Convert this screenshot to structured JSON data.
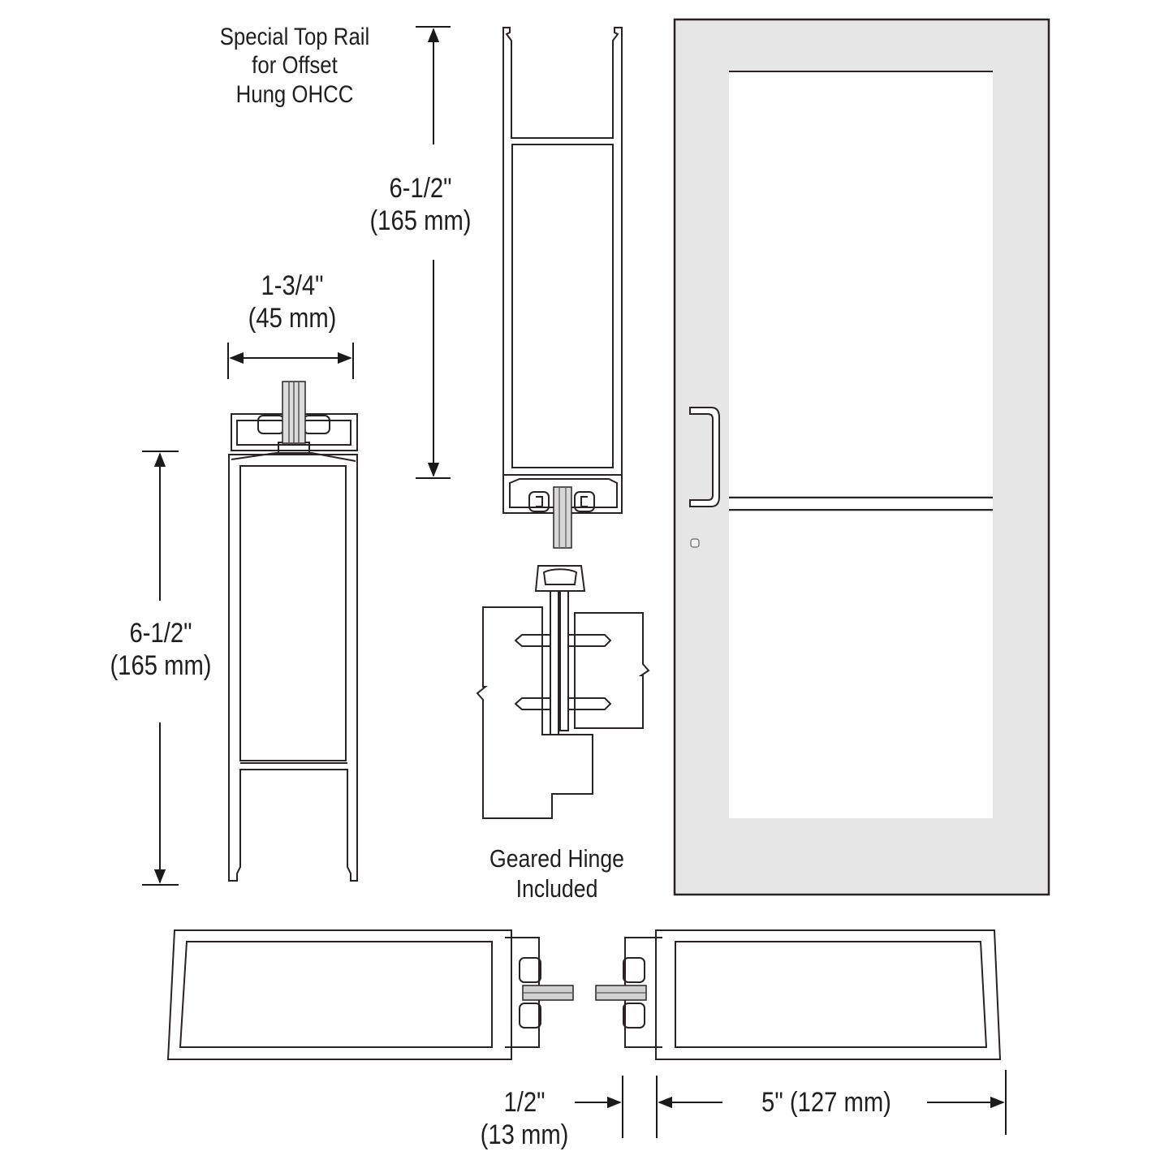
{
  "diagram": {
    "title_note": {
      "lines": [
        "Special Top Rail",
        "for Offset",
        "Hung OHCC"
      ]
    },
    "dimensions": {
      "top_rail_height": {
        "imperial": "6-1/2\"",
        "metric": "(165 mm)"
      },
      "door_depth": {
        "imperial": "1-3/4\"",
        "metric": "(45 mm)"
      },
      "bottom_rail_height": {
        "imperial": "6-1/2\"",
        "metric": "(165 mm)"
      },
      "stile_gap": {
        "imperial": "1/2\"",
        "metric": "(13 mm)"
      },
      "stile_width": {
        "label": "5\" (127 mm)"
      }
    },
    "hinge_note": {
      "lines": [
        "Geared Hinge",
        "Included"
      ]
    },
    "views": [
      "top-rail-section",
      "bottom-rail-section",
      "geared-hinge-section",
      "door-elevation",
      "stile-horizontal-sections"
    ],
    "colors": {
      "line": "#1a1a1a",
      "door_frame": "#e6e6e6",
      "glass": "#ffffff",
      "glazing_gray": "#9a9a9a"
    }
  }
}
